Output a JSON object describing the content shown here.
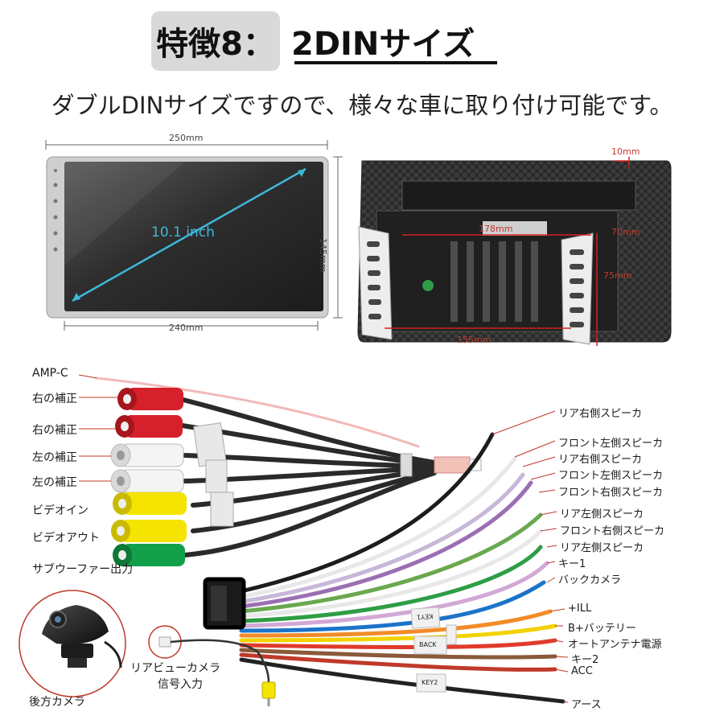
{
  "header": {
    "badge": "特徴8：",
    "headline": "2DINサイズ",
    "subtitle": "ダブルDINサイズですので、様々な車に取り付け可能です。"
  },
  "dimensions": {
    "width_top": "250mm",
    "width_bottom": "240mm",
    "height": "145mm",
    "screen_size": "10.1 inch",
    "frame_depth": "10mm",
    "frame_inner_width": "178mm",
    "frame_side": "70mm",
    "frame_height": "75mm",
    "frame_bottom_width": "155mm"
  },
  "left_cable_labels": [
    "AMP-C",
    "右の補正",
    "右の補正",
    "左の補正",
    "左の補正",
    "ビデオイン",
    "ビデオアウト",
    "サブウーファー出力"
  ],
  "right_wire_labels": [
    "リア右側スピーカ",
    "フロント左側スピーカ",
    "リア右側スピーカ",
    "フロント左側スピーカ",
    "フロント右側スピーカ",
    "リア左側スピーカ",
    "フロント右側スピーカ",
    "リア左側スピーカ",
    "キー1",
    "バックカメラ",
    "+ILL",
    "B+バッテリー",
    "オートアンテナ電源",
    "キー2",
    "ACC",
    "アース"
  ],
  "camera": {
    "label": "後方カメラ",
    "input_label_line1": "リアビューカメラ",
    "input_label_line2": "信号入力"
  },
  "tags": [
    "KEY1",
    "BACK",
    "KEY2"
  ],
  "colors": {
    "rca_red": "#d6202b",
    "rca_white": "#f2f2f2",
    "rca_yellow": "#f5e400",
    "rca_green": "#12a04a",
    "dimension_blue": "#3fb8d8",
    "measure_red": "#d2231f"
  }
}
